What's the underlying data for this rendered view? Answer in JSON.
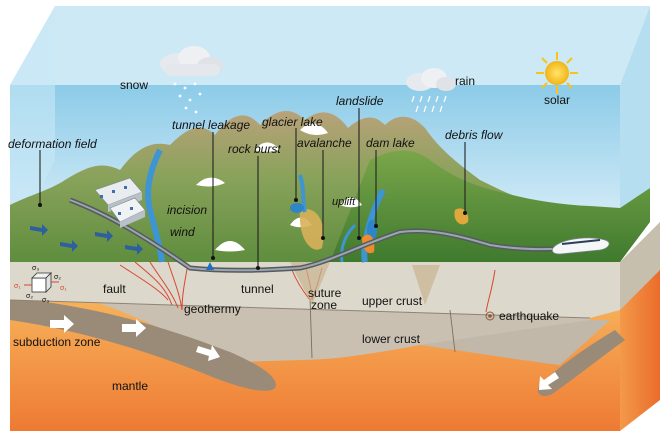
{
  "labels": {
    "snow": "snow",
    "rain": "rain",
    "solar": "solar",
    "deformation_field": "deformation field",
    "tunnel_leakage": "tunnel leakage",
    "glacier_lake": "glacier lake",
    "landslide": "landslide",
    "rock_burst": "rock burst",
    "avalanche": "avalanche",
    "dam_lake": "dam lake",
    "debris_flow": "debris flow",
    "incision": "incision",
    "wind": "wind",
    "uplift": "uplift",
    "fault": "fault",
    "tunnel": "tunnel",
    "suture_zone_1": "suture",
    "suture_zone_2": "zone",
    "upper_crust": "upper crust",
    "geothermy": "geothermy",
    "earthquake": "earthquake",
    "subduction_zone": "subduction zone",
    "lower_crust": "lower crust",
    "mantle": "mantle",
    "sigma1": "σ₁",
    "sigma2": "σ₂",
    "sigma3": "σ₃"
  },
  "colors": {
    "sky_top": "#7fc4e4",
    "sky_bottom": "#dff1fa",
    "mountain_green": "#6a9a48",
    "mountain_brown": "#a88a5e",
    "upper_crust": "#d8d3c8",
    "lower_crust": "#c9c0b2",
    "subduction_slab": "#9a8a78",
    "mantle_top": "#f6a84a",
    "mantle_bottom": "#f0803a",
    "river": "#3d95d3",
    "fault_red": "#d8462f",
    "sun": "#f5c41d"
  },
  "icons": [
    "cloud-snow-icon",
    "cloud-rain-icon",
    "sun-icon",
    "train-icon",
    "buildings-icon",
    "stress-cube-icon",
    "earthquake-icon"
  ]
}
